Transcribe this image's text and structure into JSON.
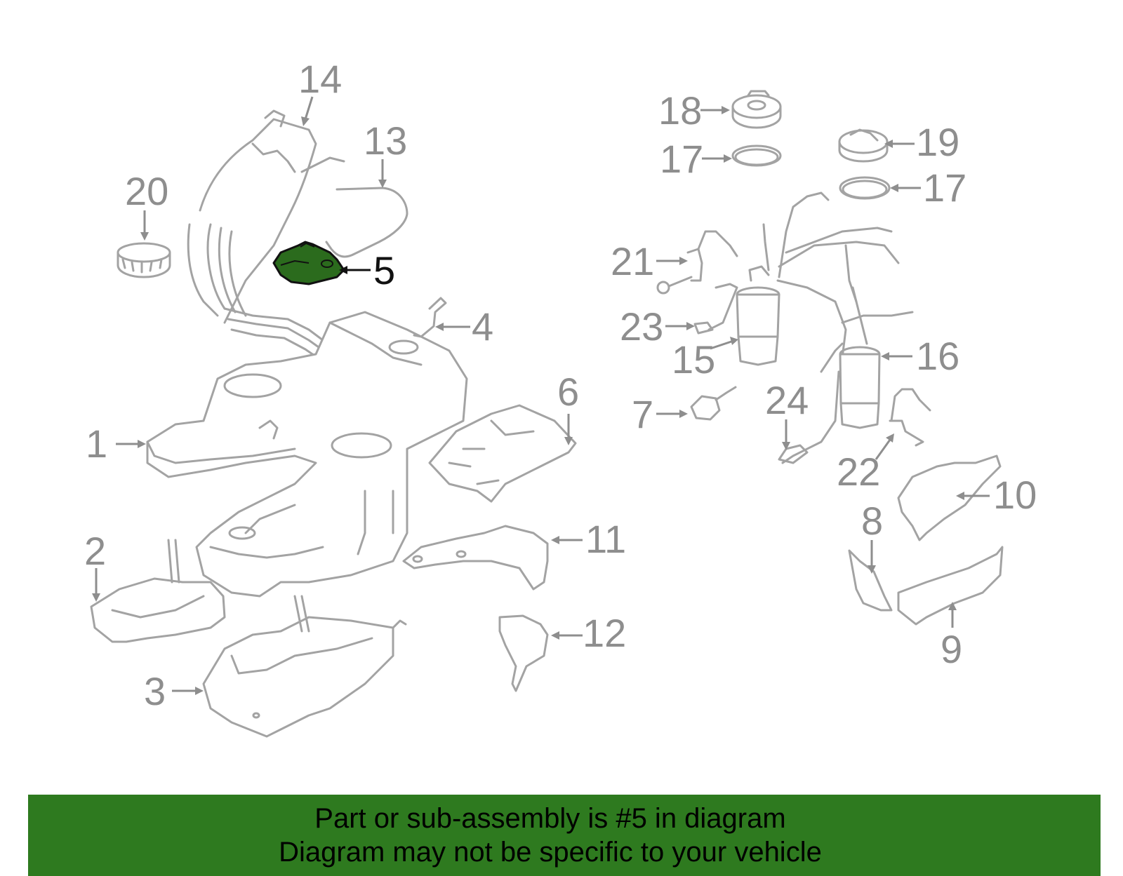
{
  "highlight": {
    "part_number": "5",
    "color": "#2b6b1d"
  },
  "callouts": [
    {
      "id": "1",
      "label": "1"
    },
    {
      "id": "2",
      "label": "2"
    },
    {
      "id": "3",
      "label": "3"
    },
    {
      "id": "4",
      "label": "4"
    },
    {
      "id": "5",
      "label": "5"
    },
    {
      "id": "6",
      "label": "6"
    },
    {
      "id": "7",
      "label": "7"
    },
    {
      "id": "8",
      "label": "8"
    },
    {
      "id": "9",
      "label": "9"
    },
    {
      "id": "10",
      "label": "10"
    },
    {
      "id": "11",
      "label": "11"
    },
    {
      "id": "12",
      "label": "12"
    },
    {
      "id": "13",
      "label": "13"
    },
    {
      "id": "14",
      "label": "14"
    },
    {
      "id": "15",
      "label": "15"
    },
    {
      "id": "16",
      "label": "16"
    },
    {
      "id": "17a",
      "label": "17"
    },
    {
      "id": "17b",
      "label": "17"
    },
    {
      "id": "18",
      "label": "18"
    },
    {
      "id": "19",
      "label": "19"
    },
    {
      "id": "20",
      "label": "20"
    },
    {
      "id": "21",
      "label": "21"
    },
    {
      "id": "22",
      "label": "22"
    },
    {
      "id": "23",
      "label": "23"
    },
    {
      "id": "24",
      "label": "24"
    }
  ],
  "footer": {
    "line1": "Part or sub-assembly is #5 in diagram",
    "line2": "Diagram may not be specific to your vehicle",
    "background": "#2e7a1f"
  }
}
